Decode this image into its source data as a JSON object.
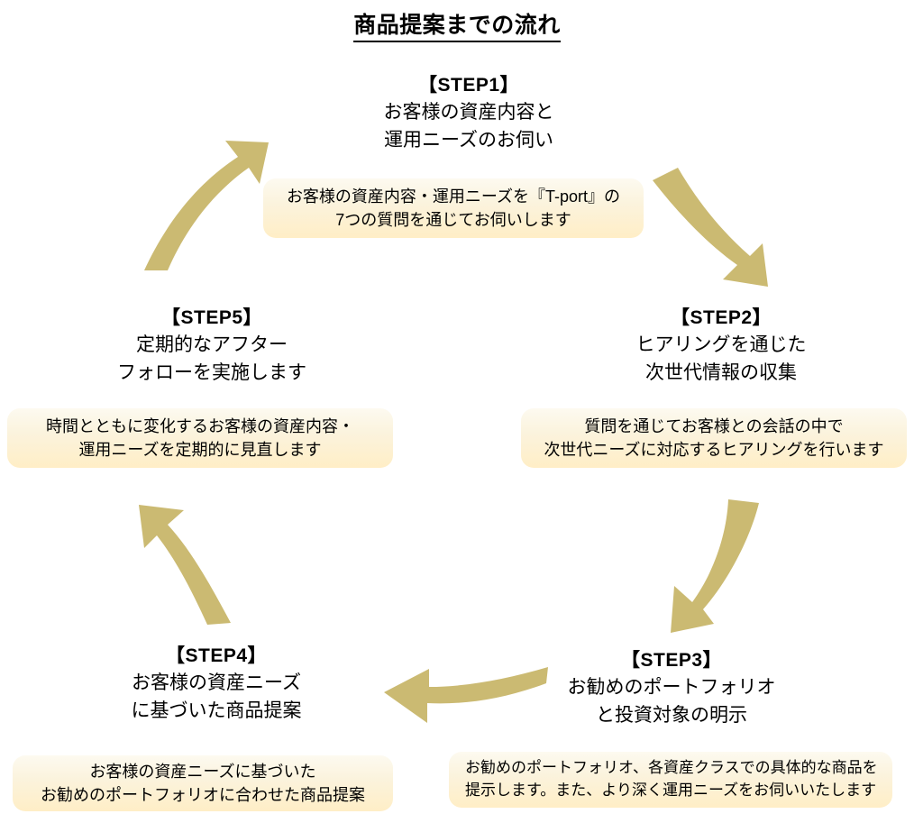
{
  "title": {
    "text": "商品提案までの流れ"
  },
  "palette": {
    "arrow": "#cbba72",
    "callout_top": "#fdfaf0",
    "callout_bottom": "#ffeec6",
    "text": "#000000",
    "background": "#ffffff"
  },
  "steps": [
    {
      "id": "step1",
      "label": "【STEP1】",
      "lines": [
        "お客様の資産内容と",
        "運用ニーズのお伺い"
      ],
      "callout": {
        "align": "center",
        "lines": [
          "お客様の資産内容・運用ニーズを『T-port』の",
          "7つの質問を通じてお伺いします"
        ]
      }
    },
    {
      "id": "step2",
      "label": "【STEP2】",
      "lines": [
        "ヒアリングを通じた",
        "次世代情報の収集"
      ],
      "callout": {
        "align": "center",
        "lines": [
          "質問を通じてお客様との会話の中で",
          "次世代ニーズに対応するヒアリングを行います"
        ]
      }
    },
    {
      "id": "step3",
      "label": "【STEP3】",
      "lines": [
        "お勧めのポートフォリオ",
        "と投資対象の明示"
      ],
      "callout": {
        "align": "left",
        "lines": [
          "お勧めのポートフォリオ、各資産クラスでの具体的な商品を",
          "提示します。また、より深く運用ニーズをお伺いいたします"
        ]
      }
    },
    {
      "id": "step4",
      "label": "【STEP4】",
      "lines": [
        "お客様の資産ニーズ",
        "に基づいた商品提案"
      ],
      "callout": {
        "align": "center",
        "lines": [
          "お客様の資産ニーズに基づいた",
          "お勧めのポートフォリオに合わせた商品提案"
        ]
      }
    },
    {
      "id": "step5",
      "label": "【STEP5】",
      "lines": [
        "定期的なアフター",
        "フォローを実施します"
      ],
      "callout": {
        "align": "center",
        "lines": [
          "時間とともに変化するお客様の資産内容・",
          "運用ニーズを定期的に見直します"
        ]
      }
    }
  ],
  "arrows": [
    {
      "name": "arrow-step1-to-step2",
      "from": "step1",
      "to": "step2",
      "direction": "down-right"
    },
    {
      "name": "arrow-step2-to-step3",
      "from": "step2",
      "to": "step3",
      "direction": "down-left"
    },
    {
      "name": "arrow-step3-to-step4",
      "from": "step3",
      "to": "step4",
      "direction": "left"
    },
    {
      "name": "arrow-step4-to-step5",
      "from": "step4",
      "to": "step5",
      "direction": "up-left"
    },
    {
      "name": "arrow-step5-to-step1",
      "from": "step5",
      "to": "step1",
      "direction": "up-right"
    }
  ]
}
